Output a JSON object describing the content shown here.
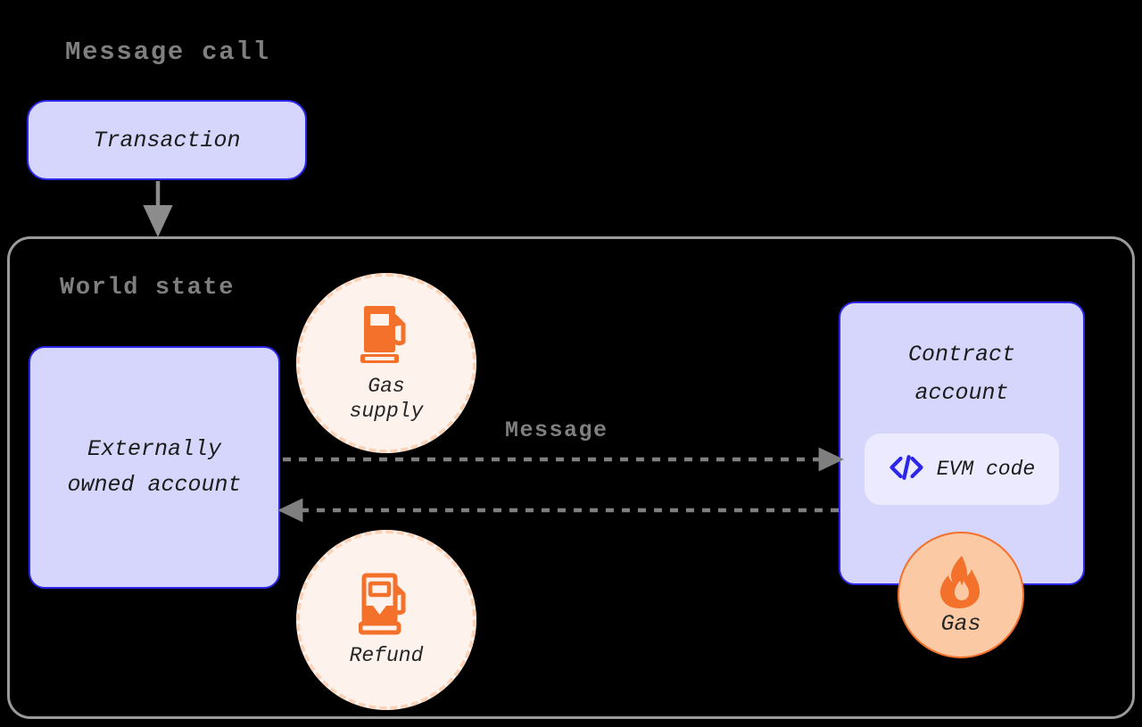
{
  "diagram": {
    "title": "Message call",
    "background_color": "#000000",
    "node_fill": "#d6d5fb",
    "node_border": "#2b26e8",
    "accent_orange": "#f4712b",
    "muted_gray": "#7f7f7f"
  },
  "nodes": {
    "transaction": {
      "label": "Transaction"
    },
    "world_state": {
      "label": "World state"
    },
    "externally_owned_account": {
      "line1": "Externally",
      "line2": "owned account"
    },
    "contract_account": {
      "line1": "Contract",
      "line2": "account"
    },
    "evm_code": {
      "label": "EVM code",
      "icon": "code-brackets-icon",
      "icon_color": "#2b26e8"
    }
  },
  "badges": {
    "gas_supply": {
      "line1": "Gas",
      "line2": "supply",
      "icon": "fuel-pump-full-icon",
      "fill": "#fdf2ec",
      "dash_color": "#fad2b8"
    },
    "refund": {
      "line1": "Refund",
      "line2": "",
      "icon": "fuel-pump-partial-icon",
      "fill": "#fdf2ec",
      "dash_color": "#fad2b8"
    },
    "gas_flame": {
      "label": "Gas",
      "icon": "flame-icon",
      "fill": "#fbc9a4",
      "border": "#f4712b"
    }
  },
  "edges": {
    "transaction_to_world_state": {
      "label": "",
      "style": "solid",
      "direction": "down",
      "color": "#8c8c8c"
    },
    "eoa_to_contract": {
      "label": "Message",
      "style": "dashed",
      "direction": "right",
      "color": "#7f7f7f"
    },
    "contract_to_eoa": {
      "label": "",
      "style": "dashed",
      "direction": "left",
      "color": "#7f7f7f"
    }
  }
}
